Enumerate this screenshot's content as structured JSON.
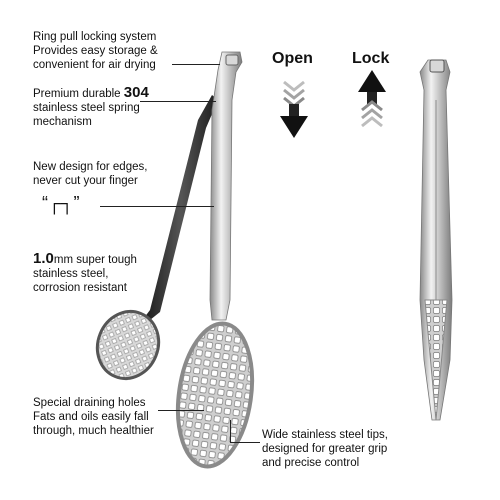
{
  "callouts": {
    "ring_pull": [
      "Ring pull locking system",
      "Provides easy storage &",
      "convenient for air drying"
    ],
    "spring": {
      "prefix": "Premium durable ",
      "bold": "304",
      "line2": "stainless steel spring",
      "line3": "mechanism"
    },
    "edges": [
      "New design for edges,",
      "never cut your finger"
    ],
    "edge_symbol": "“┌┐”",
    "thickness": {
      "bold": "1.0",
      "suffix": "mm super tough",
      "line2": "stainless steel,",
      "line3": "corrosion resistant"
    },
    "draining": [
      "Special draining holes",
      "Fats and oils easily fall",
      "through, much healthier"
    ],
    "tips": [
      "Wide stainless steel tips,",
      "designed for greater grip",
      "and precise control"
    ]
  },
  "indicators": {
    "open": "Open",
    "lock": "Lock"
  },
  "colors": {
    "steel_light": "#e8e8e8",
    "steel_mid": "#b5b5b5",
    "steel_dark": "#6f6f6f",
    "black": "#111111"
  }
}
